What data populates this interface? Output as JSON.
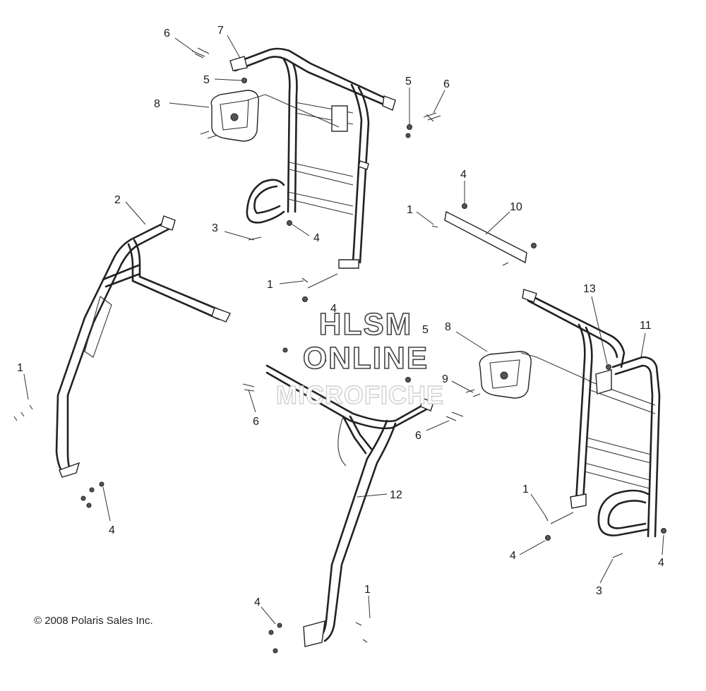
{
  "callouts": [
    "1",
    "2",
    "3",
    "4",
    "5",
    "6",
    "7",
    "8",
    "9",
    "10",
    "11",
    "12",
    "13"
  ],
  "watermark": {
    "line1": "HLSM",
    "line2": "ONLINE",
    "line3": "MICROFICHE"
  },
  "copyright": "© 2008 Polaris Sales Inc."
}
